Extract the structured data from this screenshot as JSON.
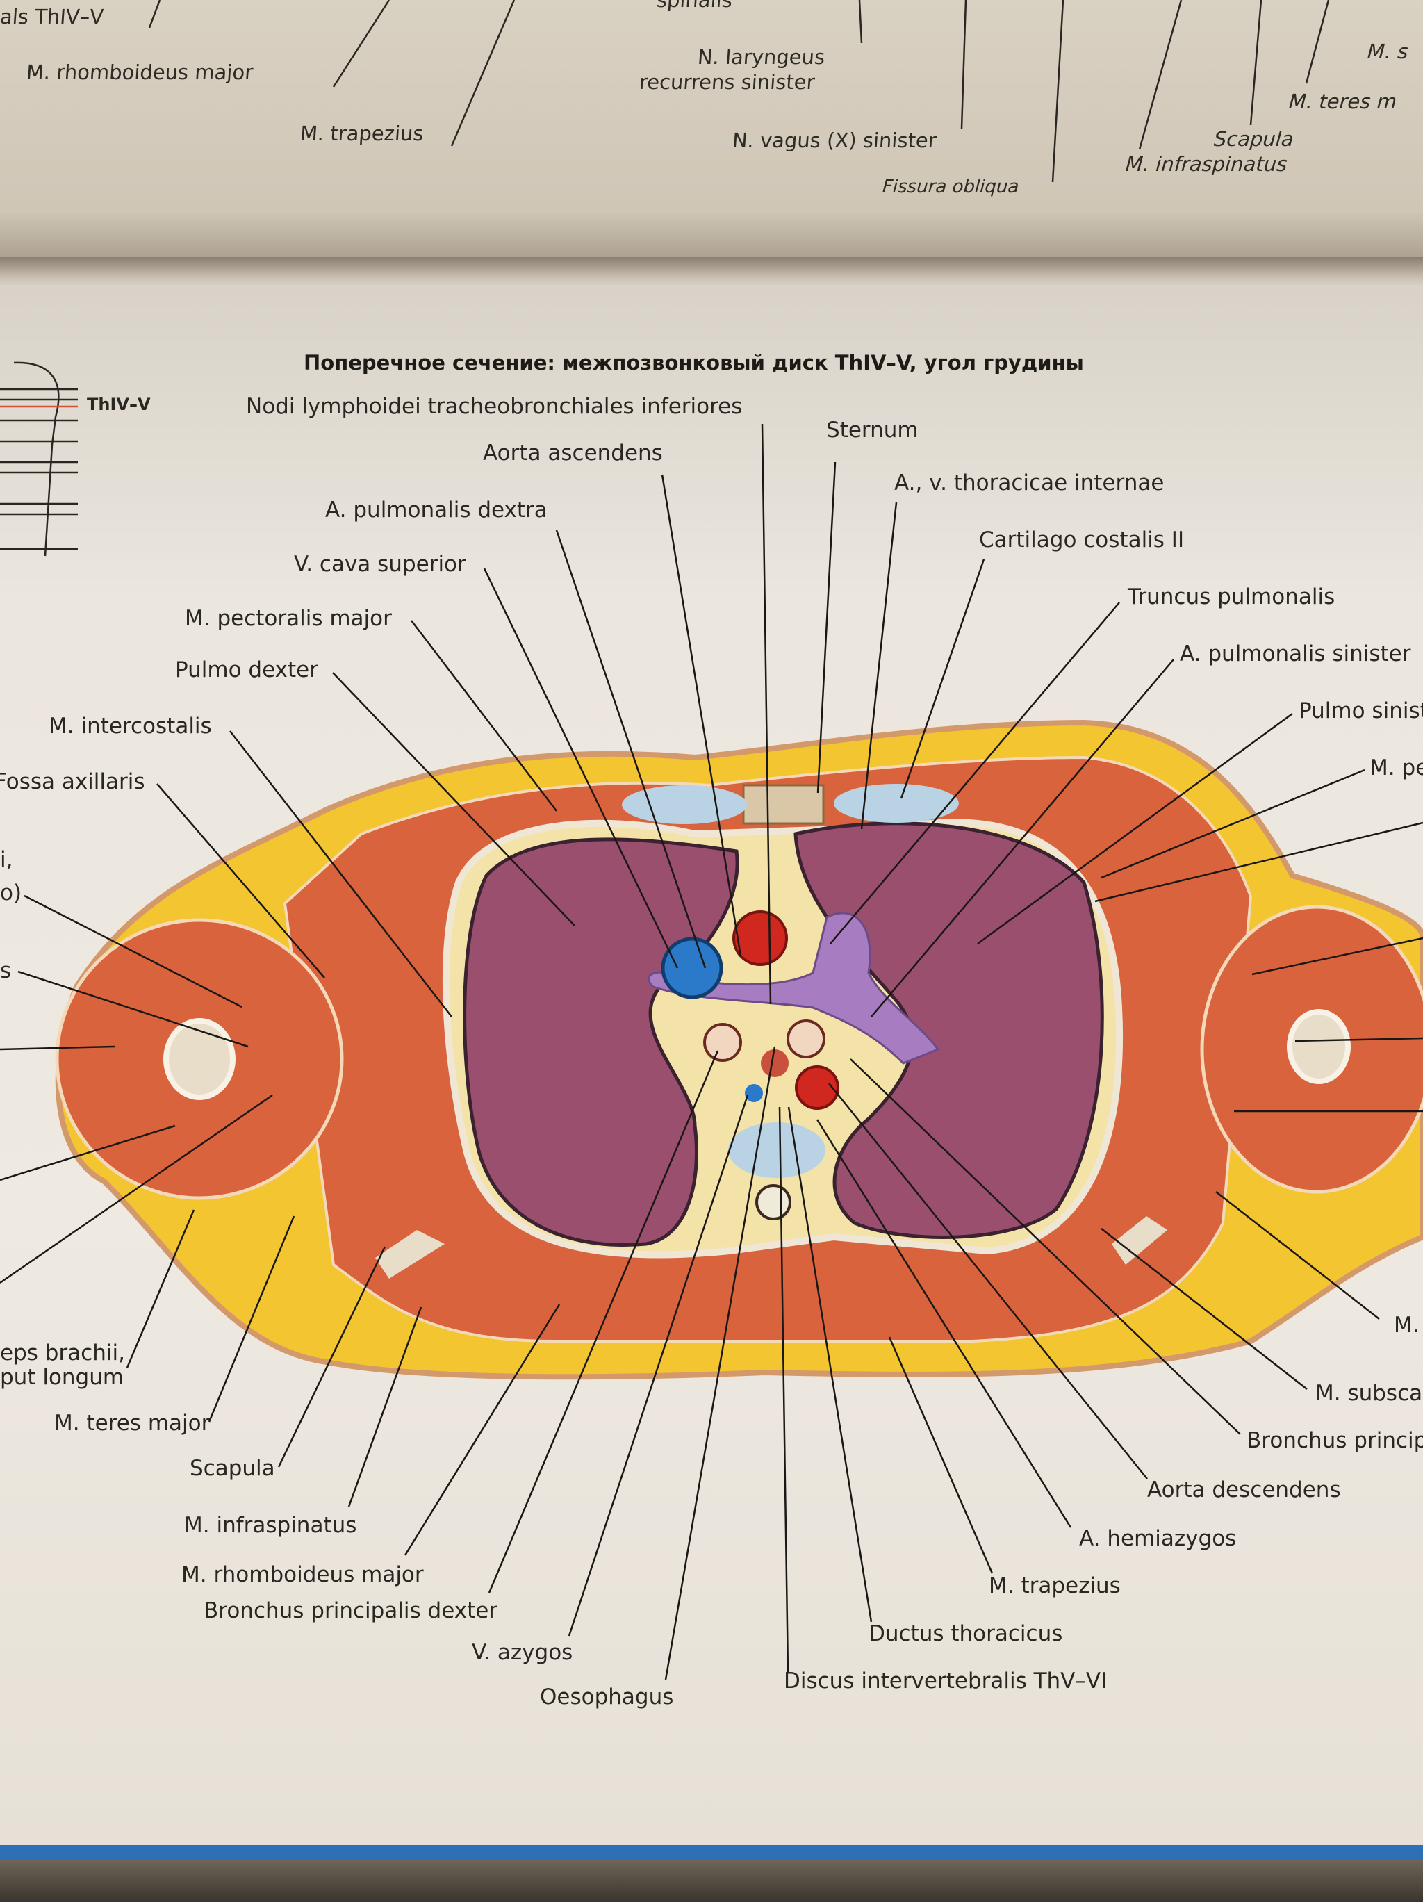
{
  "top_page": {
    "labels": [
      "als ThIV–V",
      "M. rhomboideus major",
      "M. trapezius",
      "spinalis",
      "N. laryngeus",
      "recurrens sinister",
      "N. vagus (X) sinister",
      "Fissura obliqua",
      "Scapula",
      "M. infraspinatus",
      "M. teres m",
      "M. s"
    ]
  },
  "figure": {
    "title": "Поперечное сечение: межпозвонковый диск ThIV–V, угол грудины",
    "level_label": "ThIV–V",
    "labels": [
      "Nodi lymphoidei tracheobronchiales inferiores",
      "Sternum",
      "Aorta ascendens",
      "A., v. thoracicae internae",
      "A. pulmonalis dextra",
      "Cartilago costalis II",
      "V. cava superior",
      "Truncus pulmonalis",
      "M. pectoralis major",
      "A. pulmonalis sinister",
      "Pulmo dexter",
      "Pulmo sinist",
      "M. intercostalis",
      "M. pe",
      "Fossa axillaris",
      "i,",
      "o)",
      "s",
      "eps brachii,",
      "put longum",
      "M. teres major",
      "Scapula",
      "M. infraspinatus",
      "M. rhomboideus major",
      "Bronchus principalis dexter",
      "V. azygos",
      "Oesophagus",
      "Discus intervertebralis ThV–VI",
      "Ductus thoracicus",
      "M. trapezius",
      "A. hemiazygos",
      "Aorta descendens",
      "Bronchus principa",
      "M. subscap",
      "M."
    ]
  },
  "colors": {
    "fat": "#f2c531",
    "muscle": "#d9633c",
    "lung": "#9a4f6e",
    "vein": "#2a7ac9",
    "artery": "#d0281e",
    "pulmonary_trunk": "#a77cc0",
    "cartilage": "#b9d3e4",
    "stripe": "#2f6fb6"
  }
}
